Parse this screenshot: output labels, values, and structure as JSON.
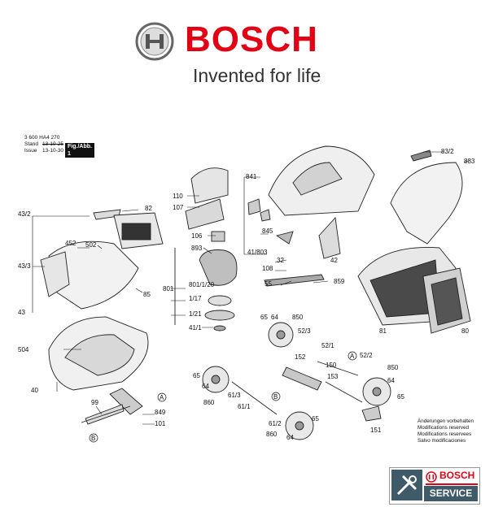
{
  "brand": {
    "name": "BOSCH",
    "tagline": "Invented for life"
  },
  "doc": {
    "number": "3 600 HA4 270",
    "stand_label": "Stand",
    "issue_label": "Issue",
    "date_old": "13-10-25",
    "date_new": "13-10-30",
    "figure": "Fig./Abb. 1"
  },
  "parts": [
    "43/2",
    "82",
    "452",
    "502",
    "43/3",
    "85",
    "43",
    "504",
    "40",
    "99",
    "849",
    "101",
    "A",
    "B",
    "110",
    "107",
    "106",
    "893",
    "801",
    "801/1/20",
    "1/17",
    "1/21",
    "41/1",
    "841",
    "845",
    "41/803",
    "32",
    "108",
    "42",
    "55",
    "859",
    "65",
    "64",
    "850",
    "52/3",
    "52/1",
    "A",
    "52/2",
    "152",
    "150",
    "153",
    "850",
    "64",
    "65",
    "65",
    "64",
    "860",
    "61/3",
    "61/1",
    "B",
    "61/2",
    "65",
    "860",
    "64",
    "151",
    "83/2",
    "883",
    "81",
    "80"
  ],
  "notes": [
    "Änderungen vorbehalten",
    "Modifications reserved",
    "Modifications reservees",
    "Salvo modificaciones"
  ],
  "service_badge": {
    "brand": "BOSCH",
    "label": "SERVICE"
  }
}
